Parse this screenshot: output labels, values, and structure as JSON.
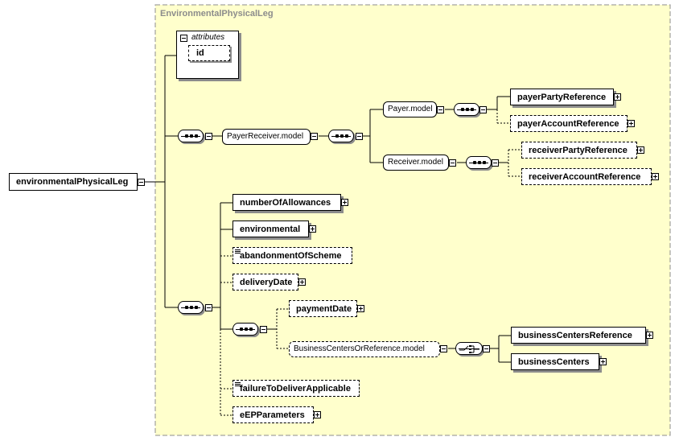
{
  "group": {
    "title": "EnvironmentalPhysicalLeg"
  },
  "root": {
    "label": "environmentalPhysicalLeg"
  },
  "attributes": {
    "title": "attributes",
    "items": [
      "id"
    ]
  },
  "payer_receiver": {
    "model": "PayerReceiver.model",
    "payer_model": "Payer.model",
    "receiver_model": "Receiver.model",
    "payer_elements": [
      "payerPartyReference",
      "payerAccountReference"
    ],
    "receiver_elements": [
      "receiverPartyReference",
      "receiverAccountReference"
    ]
  },
  "elements": {
    "numberOfAllowances": "numberOfAllowances",
    "environmental": "environmental",
    "abandonmentOfScheme": "abandonmentOfScheme",
    "deliveryDate": "deliveryDate",
    "paymentDate": "paymentDate",
    "failureToDeliverApplicable": "failureToDeliverApplicable",
    "ePPParameters": "eEPParameters"
  },
  "business_centers": {
    "model": "BusinessCentersOrReference.model",
    "items": [
      "businessCentersReference",
      "businessCenters"
    ]
  }
}
